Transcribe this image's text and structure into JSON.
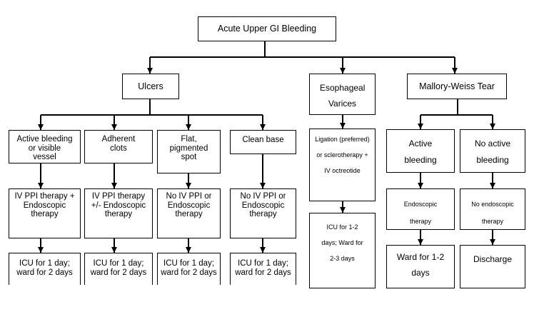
{
  "root": "Acute Upper GI Bleeding",
  "ulcers": {
    "label": "Ulcers",
    "active": {
      "finding": "Active bleeding or visible vessel",
      "treatment": "IV PPI therapy + Endoscopic therapy",
      "disposition": "ICU for 1 day; ward for 2 days"
    },
    "adherent": {
      "finding": "Adherent clots",
      "treatment": "IV PPI therapy +/- Endoscopic therapy",
      "disposition": "ICU for 1 day; ward for 2 days"
    },
    "flat": {
      "finding": "Flat, pigmented spot",
      "treatment": "No IV PPI or Endoscopic therapy",
      "disposition": "ICU for 1 day; ward for 2 days"
    },
    "clean": {
      "finding": "Clean base",
      "treatment": "No IV PPI or Endoscopic therapy",
      "disposition": "ICU for 1 day; ward for 2 days"
    }
  },
  "varices": {
    "label": "Esophageal Varices",
    "treatment": "Ligation (preferred) or sclerotherapy + IV octreotide",
    "disposition": "ICU for 1-2 days; Ward for 2-3 days"
  },
  "mallory": {
    "label": "Mallory-Weiss Tear",
    "active": {
      "finding": "Active bleeding",
      "treatment": "Endoscopic therapy",
      "disposition": "Ward for 1-2 days"
    },
    "none": {
      "finding": "No active bleeding",
      "treatment": "No endoscopic therapy",
      "disposition": "Discharge"
    }
  }
}
